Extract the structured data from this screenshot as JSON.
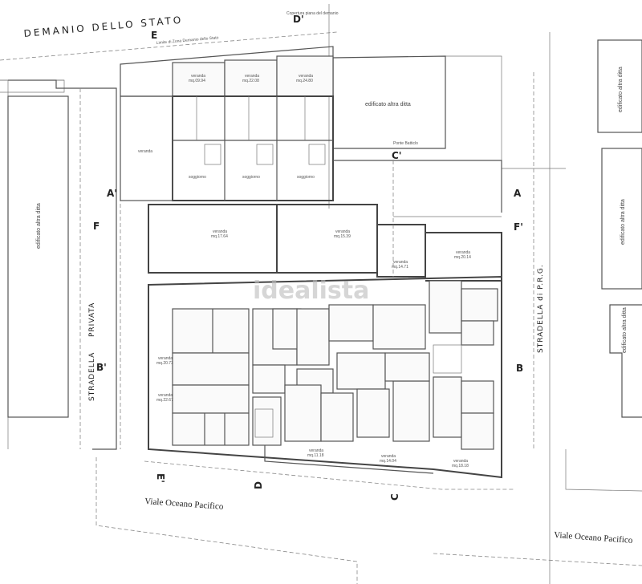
{
  "plan": {
    "demanio_label": "DEMANIO DELLO STATO",
    "limit_label": "Limite di Zona Demanio dello Stato",
    "roof_note": "Copertura piana del demanio",
    "watermark": "idealista",
    "streets": {
      "viale_left": "Viale Oceano Pacifico",
      "viale_right": "Viale Oceano Pacifico",
      "stradella_privata_1": "STRADELLA",
      "stradella_privata_2": "PRIVATA",
      "stradella_prg": "STRADELLA   di   P.R.G."
    },
    "neighbours": {
      "left": "edificato altra ditta",
      "top": "edificato altra ditta",
      "right_1": "edificato altra ditta",
      "right_2": "edificato altra ditta",
      "right_3": "edificato altra ditta"
    },
    "sections": {
      "E": "E",
      "D_prime": "D'",
      "C_prime": "C'",
      "A_prime": "A'",
      "A": "A",
      "F": "F",
      "F_prime": "F'",
      "B_prime": "B'",
      "B": "B",
      "E_prime": "E'",
      "D": "D",
      "C": "C"
    },
    "rooms": {
      "veranda_top_1": [
        "veranda",
        "mq.09.94"
      ],
      "veranda_top_2": [
        "veranda",
        "mq.22.08"
      ],
      "veranda_top_3": [
        "veranda",
        "mq.24.80"
      ],
      "soggiorno_1": "soggiorno",
      "soggiorno_2": "soggiorno",
      "soggiorno_3": "soggiorno",
      "veranda_left": "veranda",
      "veranda_big_1": [
        "veranda",
        "mq.17.64"
      ],
      "veranda_big_2": [
        "veranda",
        "mq.15.39"
      ],
      "veranda_r1": [
        "veranda",
        "mq.14.71"
      ],
      "veranda_r2": [
        "veranda",
        "mq.20.14"
      ],
      "veranda_w": [
        "veranda",
        "mq.20.73"
      ],
      "veranda_w2": [
        "veranda",
        "mq.22.67"
      ],
      "veranda_b1": [
        "veranda",
        "mq.11.18"
      ],
      "veranda_b2": [
        "veranda",
        "mq.14.04"
      ],
      "veranda_b3": [
        "veranda",
        "mq.18.18"
      ],
      "ponte": "Ponte Batticlo"
    }
  }
}
